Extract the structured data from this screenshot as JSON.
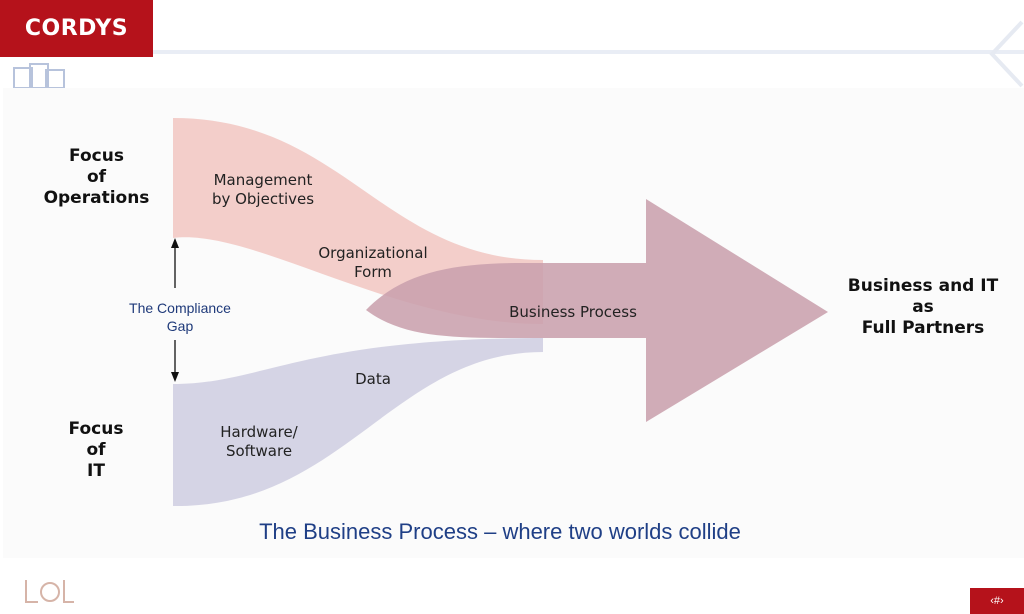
{
  "brand": {
    "logo_text": "CORDYS",
    "color": "#b5121b"
  },
  "diagram": {
    "focus_operations": [
      "Focus",
      "of",
      "Operations"
    ],
    "focus_it": [
      "Focus",
      "of",
      "IT"
    ],
    "band_management": [
      "Management",
      "by Objectives"
    ],
    "band_organizational": [
      "Organizational",
      "Form"
    ],
    "band_data": "Data",
    "band_hardware": [
      "Hardware/",
      "Software"
    ],
    "compliance_gap": [
      "The Compliance",
      "Gap"
    ],
    "arrow_label": "Business Process",
    "result": [
      "Business and IT",
      "as",
      "Full Partners"
    ],
    "colors": {
      "operations_band": "#f2c9c4",
      "it_band": "#d3d2e4",
      "arrow": "#c9a0ad"
    }
  },
  "caption": "The Business Process – where two worlds collide",
  "footer": {
    "page_number": "‹#›"
  }
}
